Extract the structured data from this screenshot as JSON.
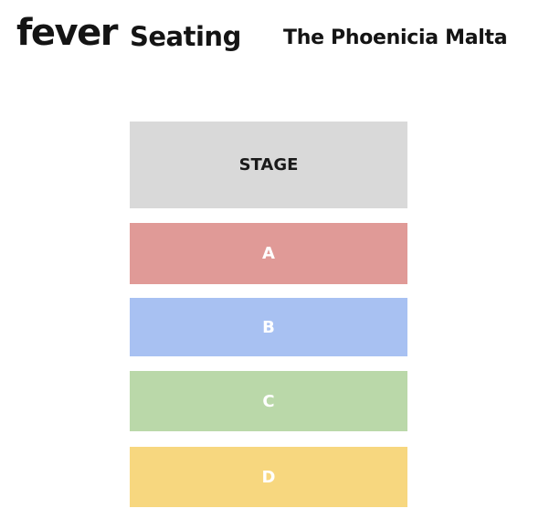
{
  "header": {
    "logo_text": "fever",
    "subtitle": "Seating",
    "venue": "The Phoenicia Malta"
  },
  "seating": {
    "stage": {
      "label": "STAGE",
      "color": "#d9d9d9"
    },
    "sections": [
      {
        "label": "A",
        "color": "#e09a97"
      },
      {
        "label": "B",
        "color": "#a8c1f2"
      },
      {
        "label": "C",
        "color": "#bad8a9"
      },
      {
        "label": "D",
        "color": "#f7d77f"
      }
    ]
  }
}
